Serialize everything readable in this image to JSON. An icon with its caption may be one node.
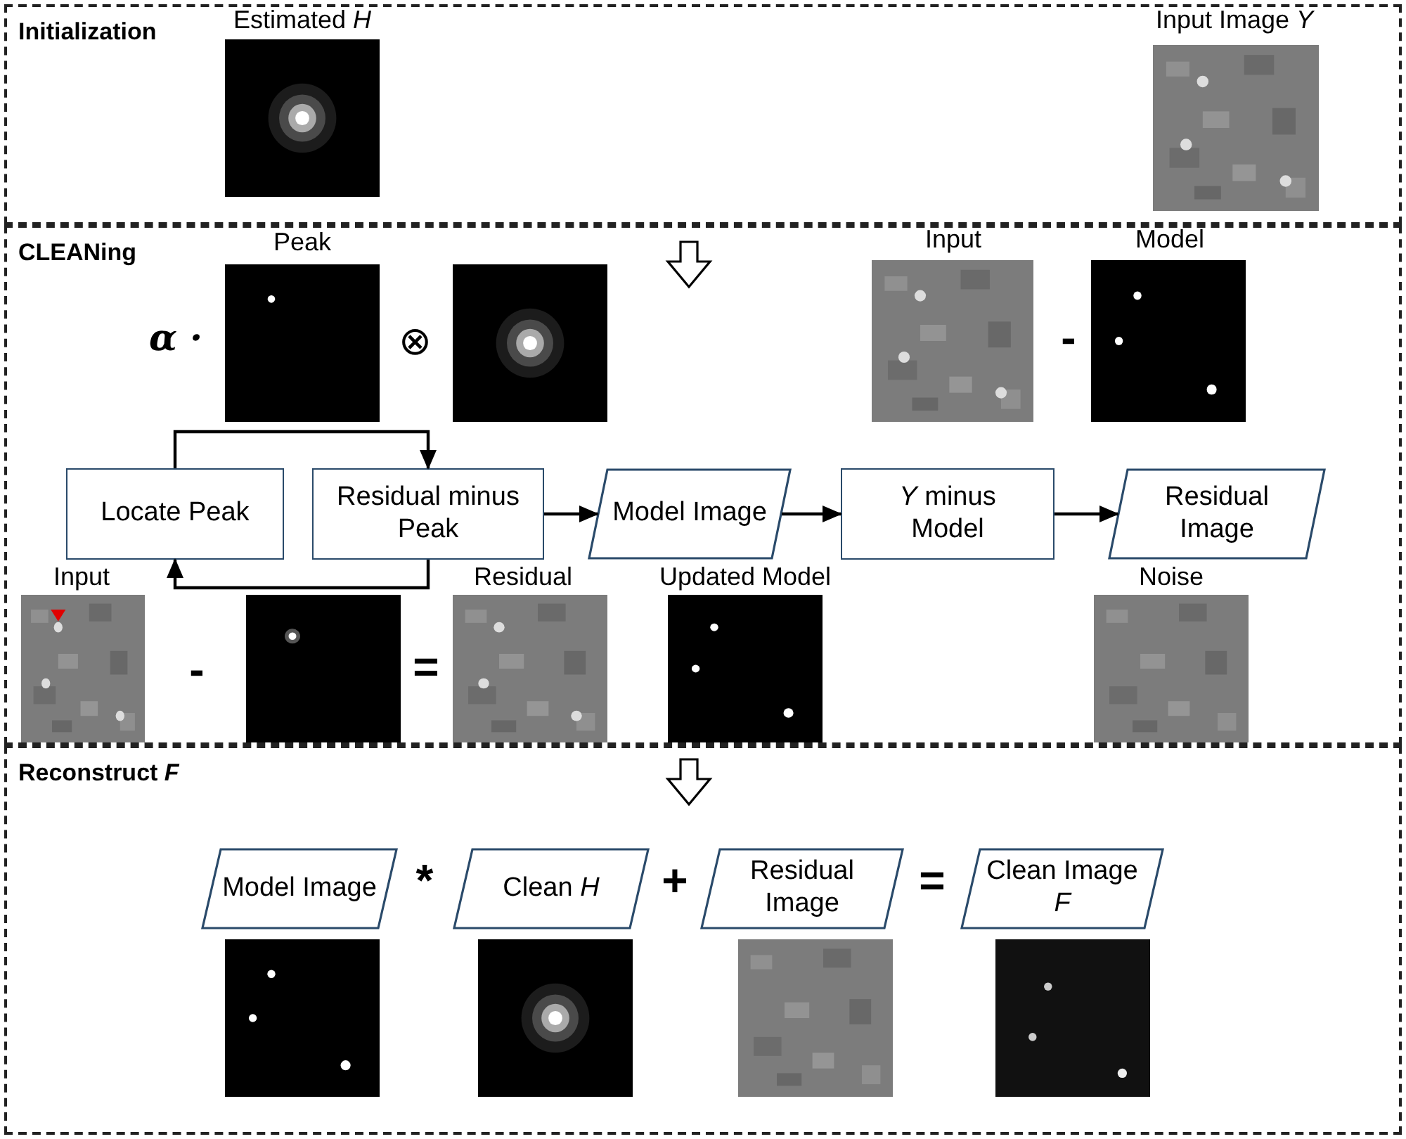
{
  "diagram": {
    "nodes": [
      {
        "text": [
          "Initialization"
        ]
      },
      {
        "text": [
          "CLEANing"
        ]
      },
      {
        "text": [
          "Locate Peak"
        ],
        "in": 1
      },
      {
        "text": [
          "Residual minus Peak"
        ],
        "in": 1
      },
      {
        "text": [
          "Model Image"
        ],
        "in": 1
      },
      {
        "text": [
          "*Y* minus Model"
        ],
        "in": 1
      },
      {
        "text": [
          "Residual Image"
        ],
        "in": 1
      },
      {
        "text": [
          "Reconstruct *F*"
        ]
      },
      {
        "text": [
          "Model Image"
        ],
        "in": 7
      },
      {
        "text": [
          "Clean *H*"
        ],
        "in": 7
      },
      {
        "text": [
          "Residual Image"
        ],
        "in": 7
      },
      {
        "text": [
          "Clean Image *F*"
        ],
        "in": 7
      }
    ],
    "edges": [
      {
        "from": 2,
        "to": 3,
        "arrow": "to"
      },
      {
        "from": 3,
        "to": 2,
        "arrow": "to"
      },
      {
        "from": 3,
        "to": 4,
        "arrow": "to"
      },
      {
        "from": 4,
        "to": 5,
        "arrow": "to"
      },
      {
        "from": 5,
        "to": 6,
        "arrow": "to"
      }
    ],
    "labels": [
      "Estimated *H*",
      "Input Image *Y*",
      "Peak",
      "Input",
      "Model",
      "α ·",
      "⊗",
      "-",
      "Input",
      "Residual",
      "Updated Model",
      "Noise",
      "-",
      "=",
      "*",
      "+",
      "="
    ]
  }
}
